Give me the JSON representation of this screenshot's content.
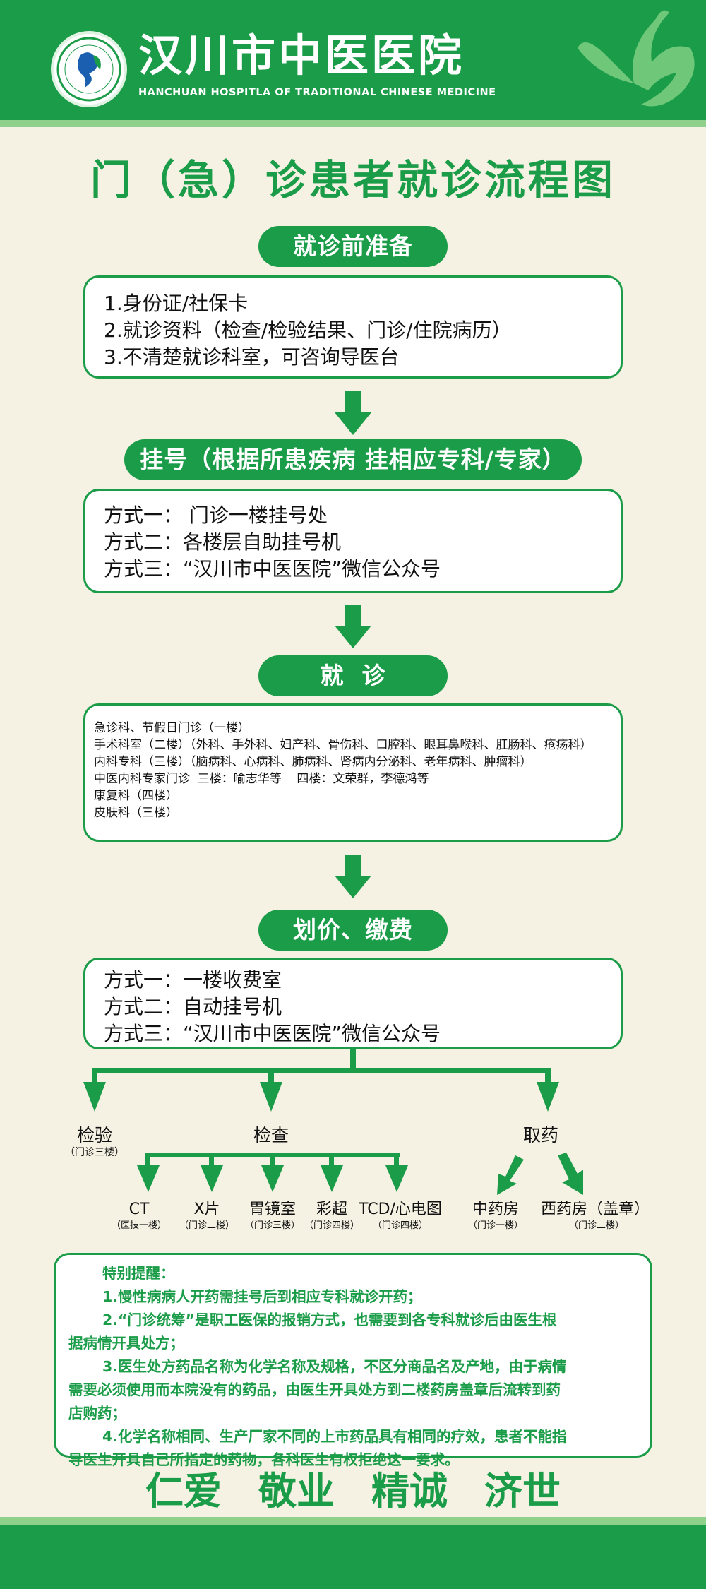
{
  "header": {
    "hospital_name": "汉川市中医医院",
    "hospital_name_en": "HANCHUAN HOSPITLA OF TRADITIONAL CHINESE MEDICINE",
    "brand_color": "#1a9c48"
  },
  "title": "门（急）诊患者就诊流程图",
  "step1": {
    "label": "就诊前准备",
    "lines": [
      "1.身份证/社保卡",
      "2.就诊资料（检查/检验结果、门诊/住院病历）",
      "3.不清楚就诊科室，可咨询导医台"
    ]
  },
  "step2": {
    "label": "挂号（根据所患疾病 挂相应专科/专家）",
    "lines": [
      "方式一： 门诊一楼挂号处",
      "方式二：各楼层自助挂号机",
      "方式三：“汉川市中医医院”微信公众号"
    ]
  },
  "step3": {
    "label": "就  诊",
    "lines": [
      "急诊科、节假日门诊（一楼）",
      "手术科室（二楼）（外科、手外科、妇产科、骨伤科、口腔科、眼耳鼻喉科、肛肠科、疮疡科）",
      "内科专科（三楼）（脑病科、心病科、肺病科、肾病内分泌科、老年病科、肿瘤科）",
      "中医内科专家门诊  三楼：喻志华等    四楼：文荣群，李德鸿等",
      "康复科（四楼）",
      "皮肤科（三楼）"
    ]
  },
  "step4": {
    "label": "划价、缴费",
    "lines": [
      "方式一：一楼收费室",
      "方式二：自动挂号机",
      "方式三：“汉川市中医医院”微信公众号"
    ]
  },
  "branches": {
    "lab_test": {
      "label": "检验",
      "sub": "（门诊三楼）"
    },
    "exam": {
      "label": "检查"
    },
    "pharmacy": {
      "label": "取药"
    },
    "exam_items": [
      {
        "label": "CT",
        "sub": "（医技一楼）"
      },
      {
        "label": "X片",
        "sub": "（门诊二楼）"
      },
      {
        "label": "胃镜室",
        "sub": "（门诊三楼）"
      },
      {
        "label": "彩超",
        "sub": "（门诊四楼）"
      },
      {
        "label": "TCD/心电图",
        "sub": "（门诊四楼）"
      }
    ],
    "pharmacy_items": [
      {
        "label": "中药房",
        "sub": "（门诊一楼）"
      },
      {
        "label": "西药房（盖章）",
        "sub": "（门诊二楼）"
      }
    ]
  },
  "notice": {
    "title": "特别提醒：",
    "lines": [
      "1.慢性病病人开药需挂号后到相应专科就诊开药；",
      "2.“门诊统筹”是职工医保的报销方式，也需要到各专科就诊后由医生根",
      "据病情开具处方；",
      "3.医生处方药品名称为化学名称及规格，不区分商品名及产地，由于病情",
      "需要必须使用而本院没有的药品，由医生开具处方到二楼药房盖章后流转到药",
      "店购药；",
      "4.化学名称相同、生产厂家不同的上市药品具有相同的疗效，患者不能指",
      "导医生开具自己所指定的药物，各科医生有权拒绝这一要求。"
    ]
  },
  "motto": [
    "仁爱",
    "敬业",
    "精诚",
    "济世"
  ]
}
